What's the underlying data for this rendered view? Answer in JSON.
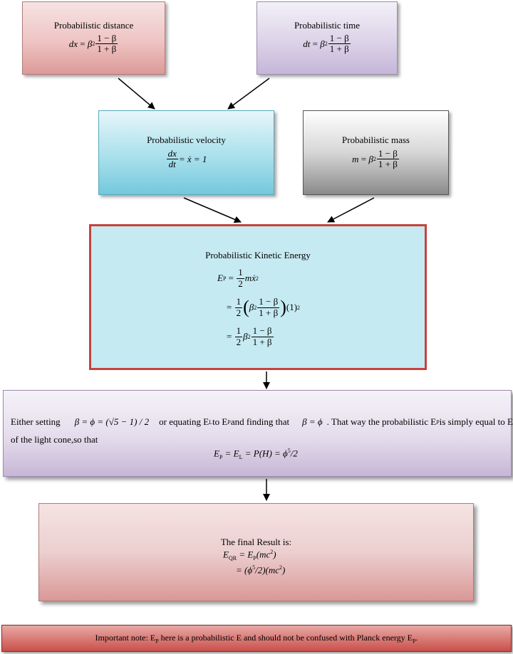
{
  "distance": {
    "title": "Probabilistic distance",
    "lhs": "dx",
    "coef": "β",
    "exp": "2",
    "num": "1 − β",
    "den": "1 + β"
  },
  "time": {
    "title": "Probabilistic time",
    "lhs": "dt",
    "coef": "β",
    "exp": "2",
    "num": "1 − β",
    "den": "1 + β"
  },
  "velocity": {
    "title": "Probabilistic velocity",
    "frac_num": "dx",
    "frac_den": "dt",
    "rhs": "= ẋ = 1"
  },
  "mass": {
    "title": "Probabilistic mass",
    "lhs": "m",
    "coef": "β",
    "exp": "2",
    "num": "1 − β",
    "den": "1 + β"
  },
  "kinetic": {
    "title": "Probabilistic Kinetic Energy",
    "lhs": "E",
    "lhs_sub": "P",
    "half_num": "1",
    "half_den": "2",
    "line1_rhs": "mẋ",
    "line1_exp": "2",
    "inner_coef": "β",
    "inner_exp": "2",
    "inner_num": "1 − β",
    "inner_den": "1 + β",
    "tail": "(1)",
    "tail_exp": "2",
    "line3_coef": "β",
    "line3_exp": "2",
    "line3_num": "1 − β",
    "line3_den": "1 + β"
  },
  "setting": {
    "text1": "Either setting",
    "eq1": "β = ϕ = (√5 − 1) / 2",
    "text2": "or equating E",
    "sub_L": "L",
    "text3": " to E",
    "sub_P": "P",
    "text4": " and finding that",
    "eq2": "β = ϕ",
    "text5": ". That way the probabilistic E",
    "text6": " is simply equal to E",
    "text7": "of the light cone,so that",
    "eq3": "E",
    "eq3_sub": "P",
    "eq3_b": " = E",
    "eq3_sub2": "L",
    "eq3_c": " = P(H) = ϕ",
    "eq3_exp": "5",
    "eq3_d": "/2"
  },
  "result": {
    "title": "The final Result is:",
    "lhs": "E",
    "lhs_sub": "QR",
    "line1": "= E",
    "line1_sub": "P",
    "line1_b": "(mc",
    "line1_exp": "2",
    "line1_c": ")",
    "line2": "= (ϕ",
    "line2_exp": "5",
    "line2_b": "/2)(mc",
    "line2_exp2": "2",
    "line2_c": ")"
  },
  "note": {
    "text1": "Important note: E",
    "sub1": "P",
    "text2": " here is a probabilistic E and should not be confused with Planck energy E",
    "sub2": "P",
    "text3": "."
  },
  "colors": {
    "kinetic_border": "#c8413d",
    "kinetic_fill": "#c6eaf2",
    "note_fill": "#c9504b"
  }
}
